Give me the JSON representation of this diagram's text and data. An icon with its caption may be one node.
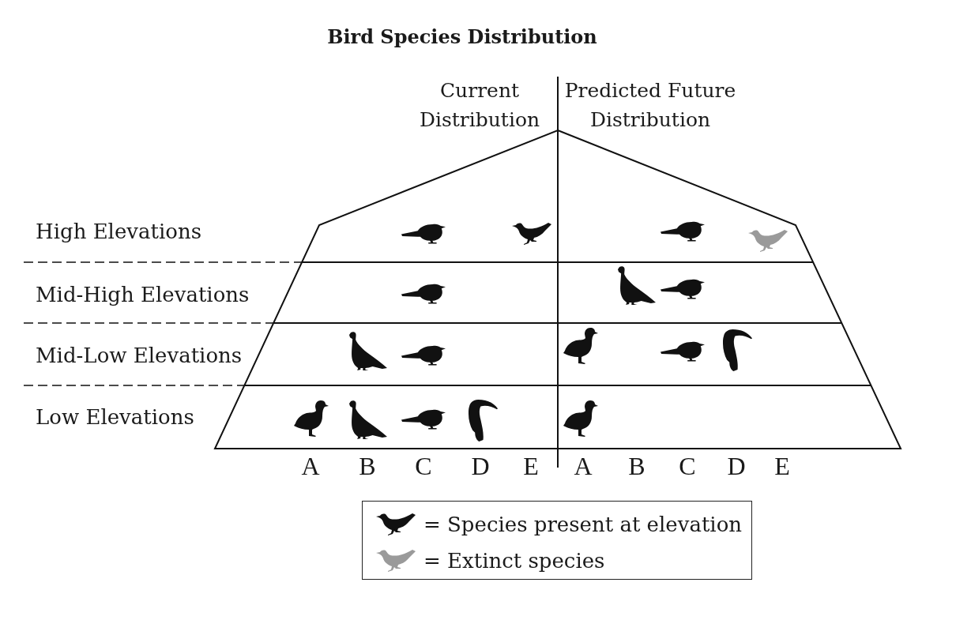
{
  "diagram": {
    "title": "Bird Species Distribution",
    "labels": [
      "Current Distribution",
      "Predicted Future Distribution",
      "High Elevations",
      "Mid-High Elevations",
      "Mid-Low Elevations",
      "Low Elevations",
      "A",
      "B",
      "C",
      "D",
      "E",
      "A",
      "B",
      "C",
      "D",
      "E"
    ],
    "legend": [
      {
        "text": "= Species present at elevation"
      },
      {
        "text": "= Extinct species"
      }
    ]
  }
}
